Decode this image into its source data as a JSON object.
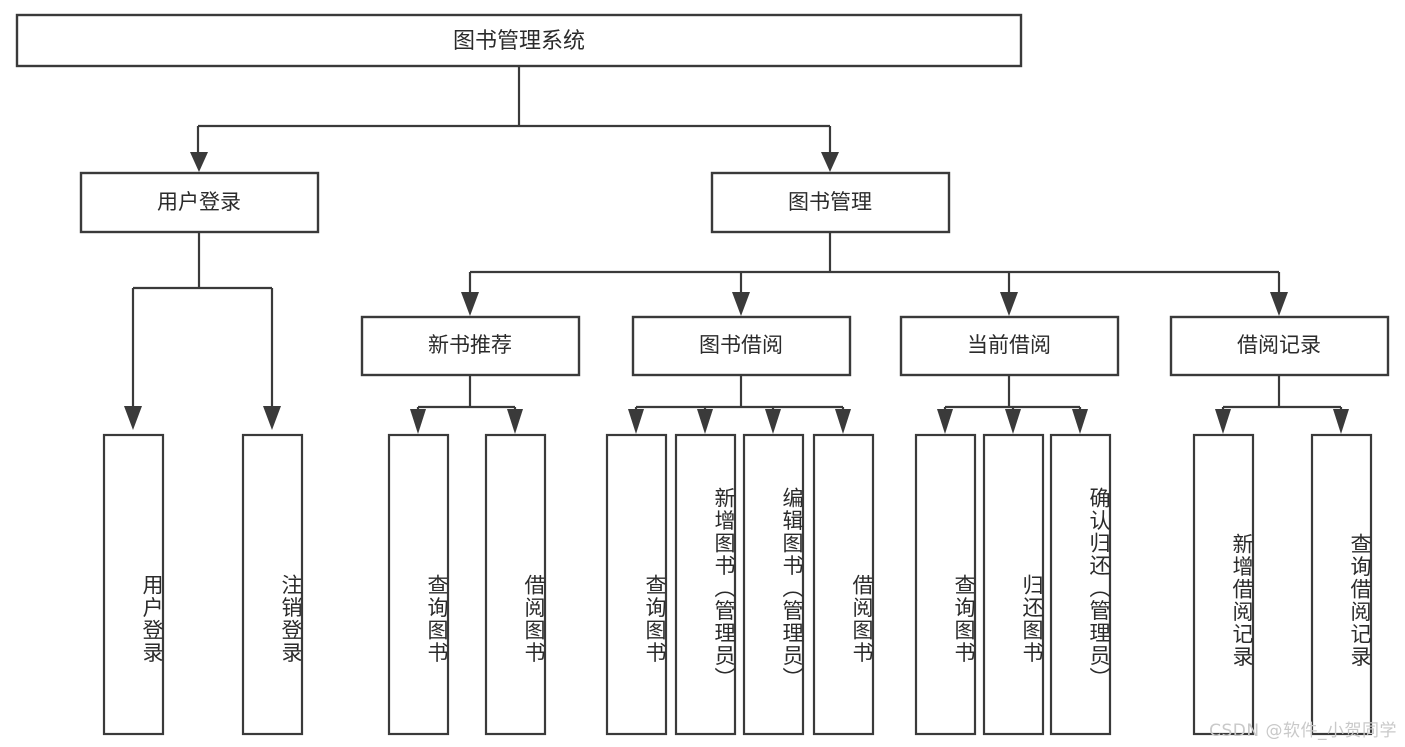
{
  "diagram": {
    "title": "图书管理系统",
    "type": "tree",
    "orientation": "top-down",
    "colors": {
      "background": "#ffffff",
      "box_fill": "#ffffff",
      "box_stroke": "#3a3a3a",
      "text": "#2b2b2b",
      "watermark": "#c9c9c9"
    },
    "root": {
      "label": "图书管理系统"
    },
    "level1": [
      {
        "label": "用户登录"
      },
      {
        "label": "图书管理"
      }
    ],
    "level2": [
      {
        "label": "新书推荐"
      },
      {
        "label": "图书借阅"
      },
      {
        "label": "当前借阅"
      },
      {
        "label": "借阅记录"
      }
    ],
    "leaves": {
      "user_login": [
        {
          "label": "用户登录"
        },
        {
          "label": "注销登录"
        }
      ],
      "new_book_recommend": [
        {
          "label": "查询图书"
        },
        {
          "label": "借阅图书"
        }
      ],
      "book_borrow": [
        {
          "label": "查询图书"
        },
        {
          "label": "新增图书（管理员）"
        },
        {
          "label": "编辑图书（管理员）"
        },
        {
          "label": "借阅图书"
        }
      ],
      "current_borrow": [
        {
          "label": "查询图书"
        },
        {
          "label": "归还图书"
        },
        {
          "label": "确认归还（管理员）"
        }
      ],
      "borrow_record": [
        {
          "label": "新增借阅记录"
        },
        {
          "label": "查询借阅记录"
        }
      ]
    }
  },
  "watermark": {
    "text": "CSDN @软件_小贺同学"
  }
}
